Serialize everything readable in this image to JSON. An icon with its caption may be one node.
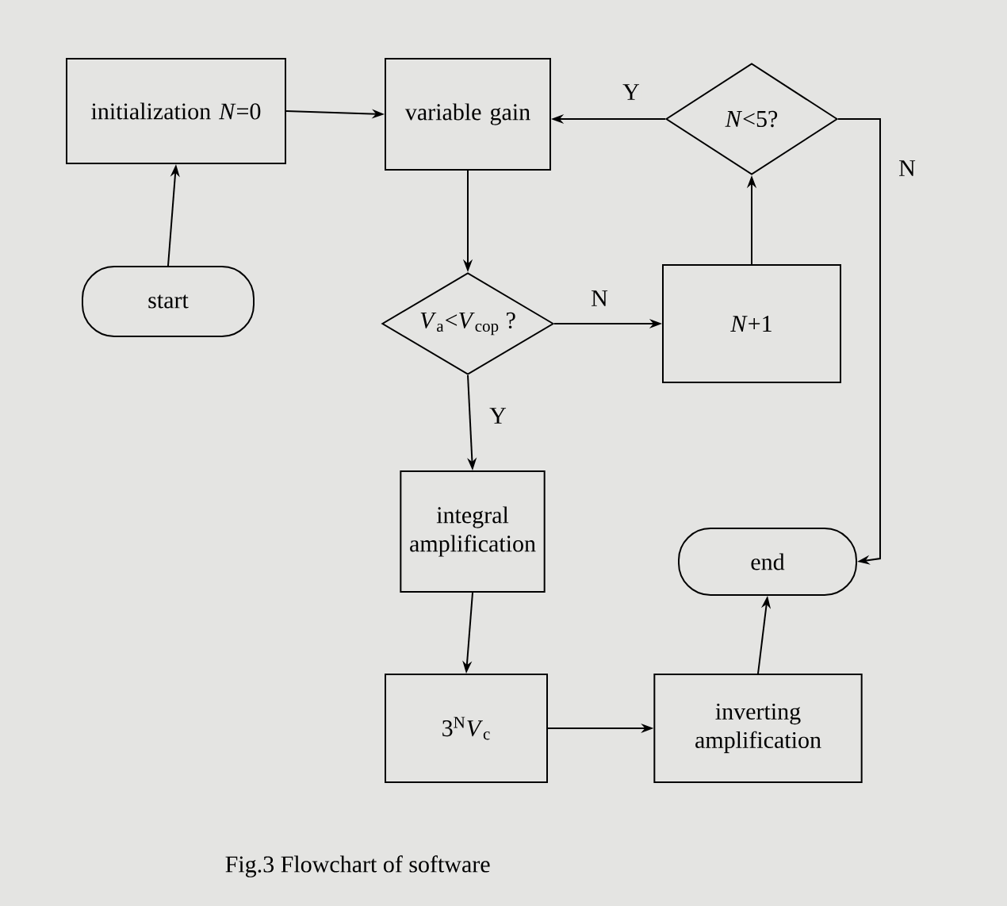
{
  "diagram": {
    "caption": "Fig.3 Flowchart of software",
    "nodes": [
      {
        "text": [
          "initialization *N*=0"
        ]
      },
      {
        "text": [
          "start"
        ]
      },
      {
        "text": [
          "variable gain"
        ]
      },
      {
        "text": [
          "*N*<5?"
        ]
      },
      {
        "text": [
          "*V*$_{a}$<*V*$_{cop}$ ?"
        ]
      },
      {
        "text": [
          "*N*+1"
        ]
      },
      {
        "text": [
          "integral amplification"
        ]
      },
      {
        "text": [
          "end"
        ]
      },
      {
        "text": [
          "3$^{N}$*V*$_{c}$"
        ]
      },
      {
        "text": [
          "inverting amplification"
        ]
      }
    ],
    "edges": [
      {
        "from": 1,
        "to": 0,
        "arrow": "to"
      },
      {
        "from": 0,
        "to": 2,
        "arrow": "to"
      },
      {
        "from": 3,
        "to": 2,
        "arrow": "to",
        "label": "Y"
      },
      {
        "from": 2,
        "to": 4,
        "arrow": "to"
      },
      {
        "from": 4,
        "to": 5,
        "arrow": "to",
        "label": "N"
      },
      {
        "from": 4,
        "to": 6,
        "arrow": "to",
        "label": "Y"
      },
      {
        "from": 5,
        "to": 3,
        "arrow": "to"
      },
      {
        "from": 3,
        "to": 7,
        "arrow": "to",
        "label": "N"
      },
      {
        "from": 6,
        "to": 8,
        "arrow": "to"
      },
      {
        "from": 8,
        "to": 9,
        "arrow": "to"
      },
      {
        "from": 9,
        "to": 7,
        "arrow": "to"
      }
    ]
  }
}
